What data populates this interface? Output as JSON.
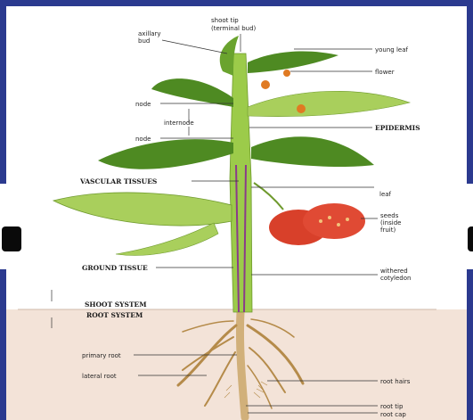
{
  "diagram": {
    "labels": {
      "shoot_tip_line1": "shoot tip",
      "shoot_tip_line2": "(terminal bud)",
      "axillary_bud_line1": "axillary",
      "axillary_bud_line2": "bud",
      "young_leaf": "young leaf",
      "flower": "flower",
      "node_upper": "node",
      "internode": "internode",
      "epidermis": "EPIDERMIS",
      "node_lower": "node",
      "vascular_tissues": "VASCULAR TISSUES",
      "leaf": "leaf",
      "seeds_line1": "seeds",
      "seeds_line2": "(inside",
      "seeds_line3": "fruit)",
      "ground_tissue": "GROUND TISSUE",
      "withered_line1": "withered",
      "withered_line2": "cotyledon",
      "shoot_system": "SHOOT SYSTEM",
      "root_system": "ROOT SYSTEM",
      "primary_root": "primary root",
      "lateral_root": "lateral root",
      "root_hairs": "root hairs",
      "root_tip": "root tip",
      "root_cap": "root cap"
    },
    "colors": {
      "stem": "#9ccb4a",
      "leaf": "#4e8a22",
      "leaf_light": "#a9cf5c",
      "vascular": "#8a3b8a",
      "fruit": "#d8402a",
      "flower": "#e07a22",
      "root": "#caa86a",
      "background_frame": "#2b3a8f"
    }
  }
}
